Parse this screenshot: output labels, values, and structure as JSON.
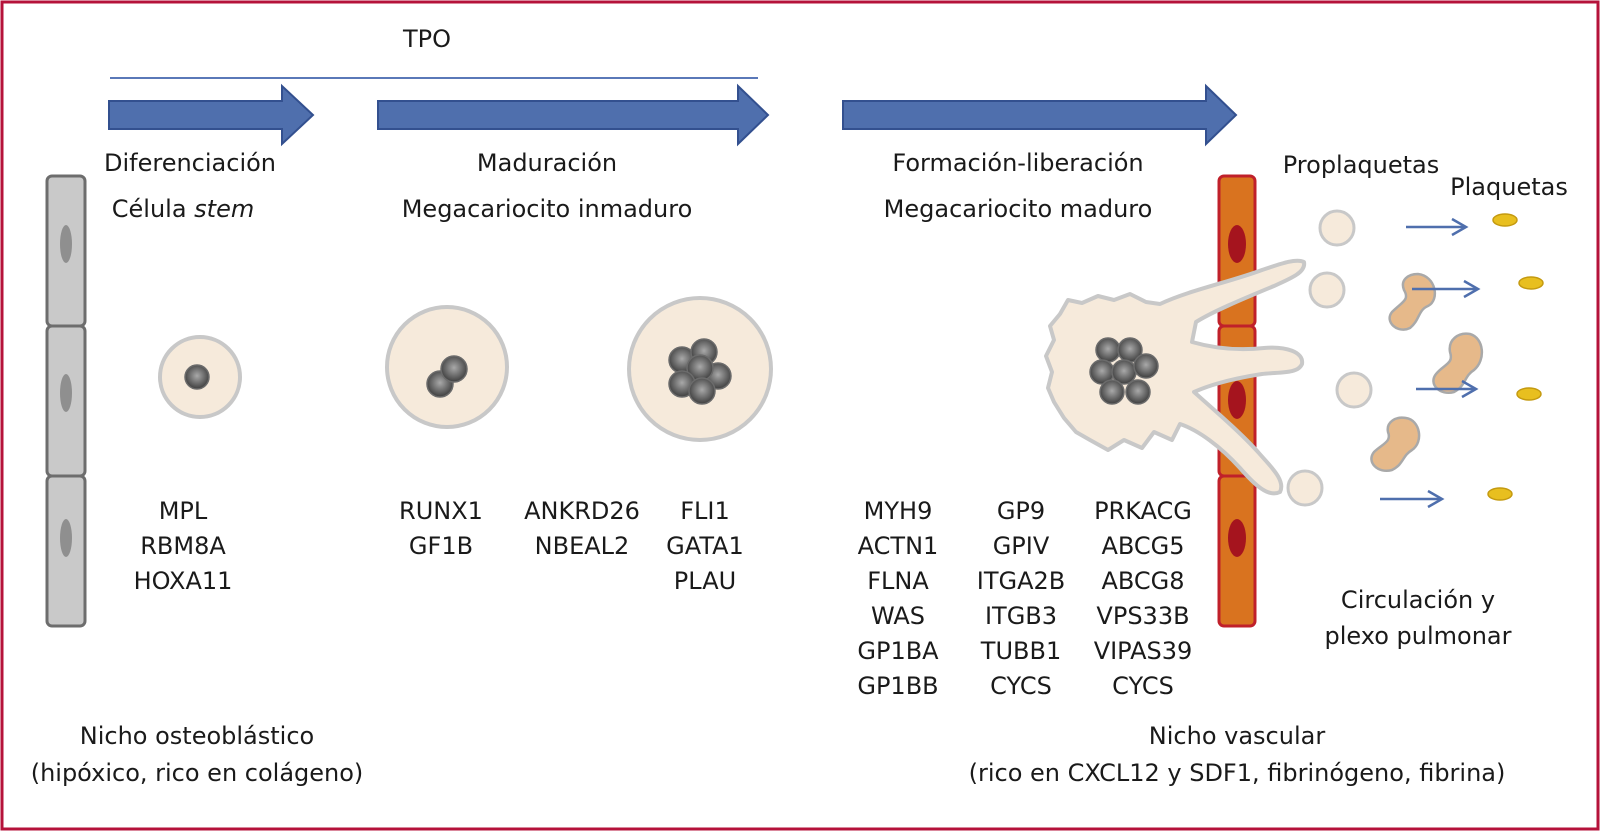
{
  "title": "TPO",
  "stages": [
    {
      "process": "Diferenciación",
      "cell_prefix": "Célula ",
      "cell_em": "stem"
    },
    {
      "process": "Maduración",
      "cell": "Megacariocito inmaduro"
    },
    {
      "process": "Formación-liberación",
      "cell": "Megacariocito maduro"
    }
  ],
  "labels": {
    "proplaquetas": "Proplaquetas",
    "plaquetas": "Plaquetas",
    "circulacion": [
      "Circulación y",
      "plexo pulmonar"
    ]
  },
  "genes": {
    "stem": [
      "MPL",
      "RBM8A",
      "HOXA11"
    ],
    "immature_1": [
      "RUNX1",
      "GF1B"
    ],
    "immature_2": [
      "ANKRD26",
      "NBEAL2"
    ],
    "immature_3": [
      "FLI1",
      "GATA1",
      "PLAU"
    ],
    "mature_1": [
      "MYH9",
      "ACTN1",
      "FLNA",
      "WAS",
      "GP1BA",
      "GP1BB"
    ],
    "mature_2": [
      "GP9",
      "GPIV",
      "ITGA2B",
      "ITGB3",
      "TUBB1",
      "CYCS"
    ],
    "mature_3": [
      "PRKACG",
      "ABCG5",
      "ABCG8",
      "VPS33B",
      "VIPAS39",
      "CYCS"
    ]
  },
  "niches": {
    "osteoblastic": [
      "Nicho osteoblástico",
      "(hipóxico, rico en colágeno)"
    ],
    "vascular": [
      "Nicho vascular",
      "(rico en CXCL12 y SDF1, fibrinógeno, fibrina)"
    ]
  },
  "colors": {
    "frame": "#b5123a",
    "arrow_fill": "#4f6fad",
    "arrow_stroke": "#33508f",
    "tpo_line": "#5a78b8",
    "cell_fill": "#f6eadb",
    "cell_stroke": "#c8c8c8",
    "osteoblast_fill": "#c9c9c9",
    "vessel_fill": "#d9731f",
    "vessel_stroke": "#c0202a",
    "erythrocyte": "#a5141e",
    "platelet": "#e8bf1f",
    "proplatelet_chain": "#e6b98a"
  }
}
